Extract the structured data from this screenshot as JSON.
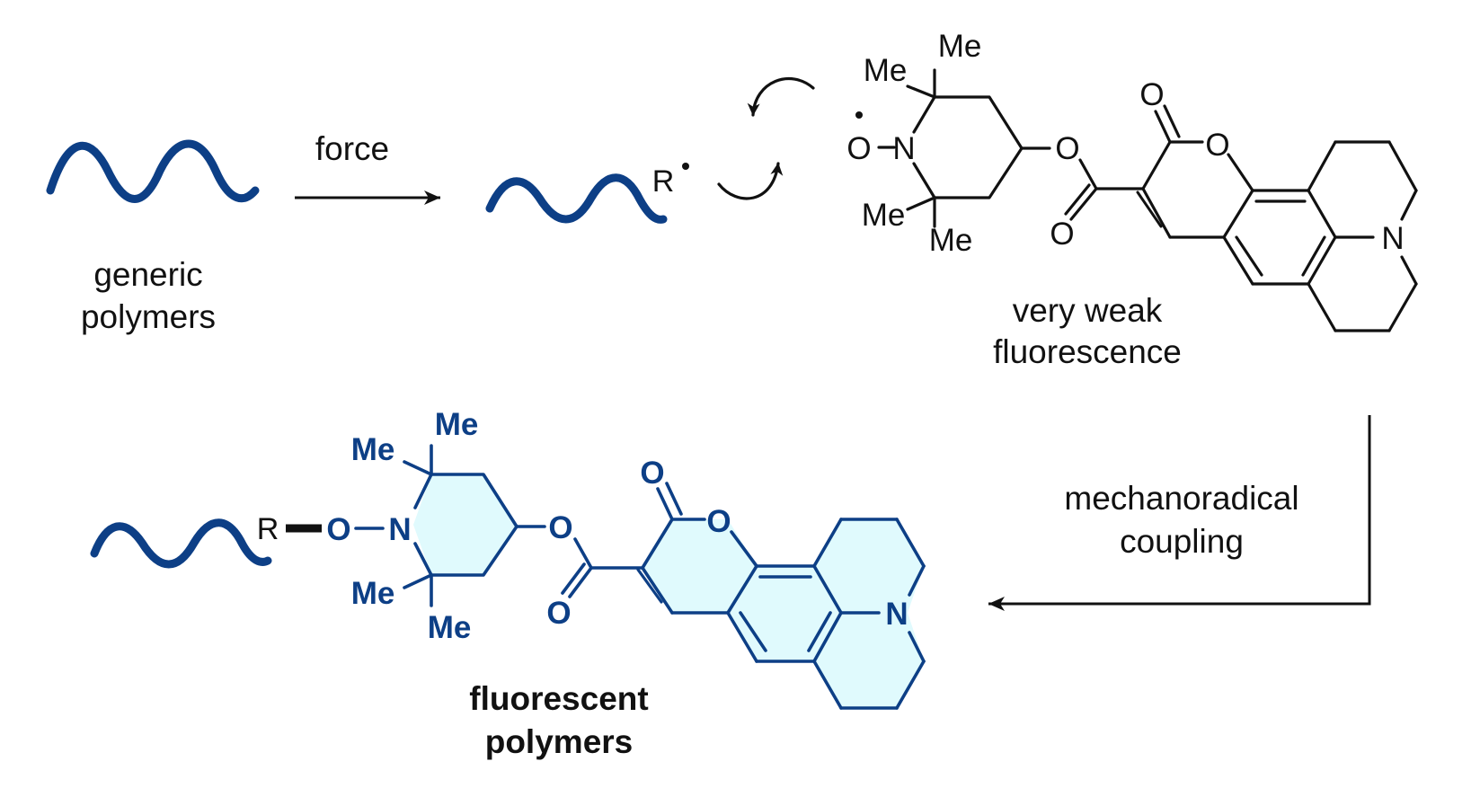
{
  "colors": {
    "ink": "#111111",
    "polymer": "#0d3f86",
    "highlight": "#e0fafd"
  },
  "labels": {
    "force": "force",
    "generic_polymers_line1": "generic",
    "generic_polymers_line2": "polymers",
    "radical_R": "R",
    "weak_line1": "very weak",
    "weak_line2": "fluorescence",
    "coupling_line1": "mechanoradical",
    "coupling_line2": "coupling",
    "fluorescent_line1": "fluorescent",
    "fluorescent_line2": "polymers"
  },
  "top_molecule": {
    "me_top": "Me",
    "me_left": "Me",
    "me_lower_left": "Me",
    "me_bottom": "Me",
    "n_piperidine": "N",
    "o_radical": "O",
    "o_ester": "O",
    "o_carbonyl": "O",
    "o_lactone_carbonyl": "O",
    "o_lactone_ring": "O",
    "n_julolidine": "N"
  },
  "product_molecule": {
    "r": "R",
    "o_link": "O",
    "n_piperidine": "N",
    "me_top": "Me",
    "me_left": "Me",
    "me_lower_left": "Me",
    "me_bottom": "Me",
    "o_ester": "O",
    "o_carbonyl": "O",
    "o_lactone_carbonyl": "O",
    "o_lactone_ring": "O",
    "n_julolidine": "N"
  },
  "icons": {
    "arrow": "reaction-arrow-icon",
    "curved_arrows": "curly-arrow-icon",
    "polymer": "polymer-chain-icon"
  }
}
